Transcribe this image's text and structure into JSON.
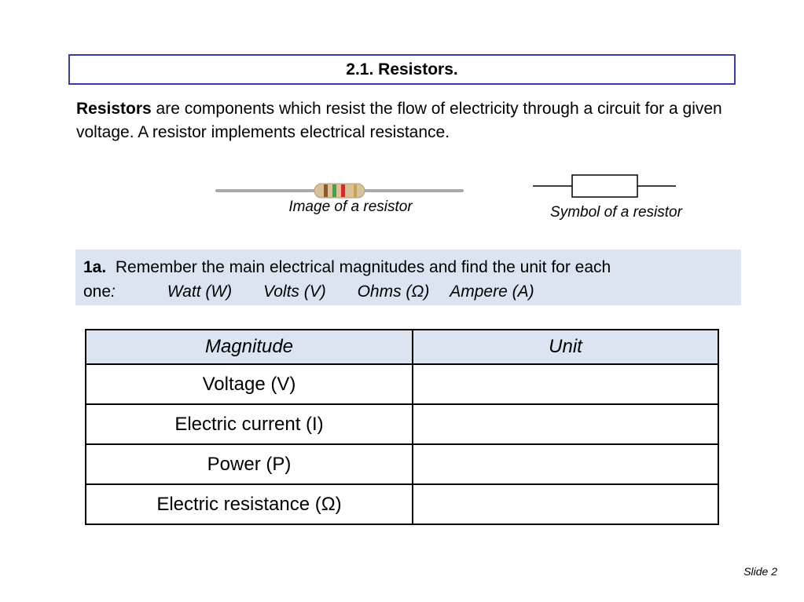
{
  "title": "2.1. Resistors.",
  "intro": {
    "bold": "Resistors",
    "rest": " are components which resist the flow of electricity through a circuit for a given voltage. A resistor implements electrical resistance."
  },
  "figures": {
    "image_caption": "Image of a resistor",
    "symbol_caption": "Symbol of a resistor"
  },
  "exercise": {
    "label": "1a.",
    "text_line1": "Remember the main electrical magnitudes and find the unit for each",
    "text_line2": "one",
    "colon": ":",
    "units": [
      "Watt (W)",
      "Volts (V)",
      "Ohms (Ω)",
      "Ampere (A)"
    ]
  },
  "table": {
    "headers": [
      "Magnitude",
      "Unit"
    ],
    "rows": [
      [
        "Voltage (V)",
        ""
      ],
      [
        "Electric current (I)",
        ""
      ],
      [
        "Power (P)",
        ""
      ],
      [
        "Electric resistance (Ω)",
        ""
      ]
    ]
  },
  "slide_number": "Slide 2",
  "colors": {
    "title_border": "#3a3aa8",
    "highlight_bg": "#dce3f1"
  }
}
